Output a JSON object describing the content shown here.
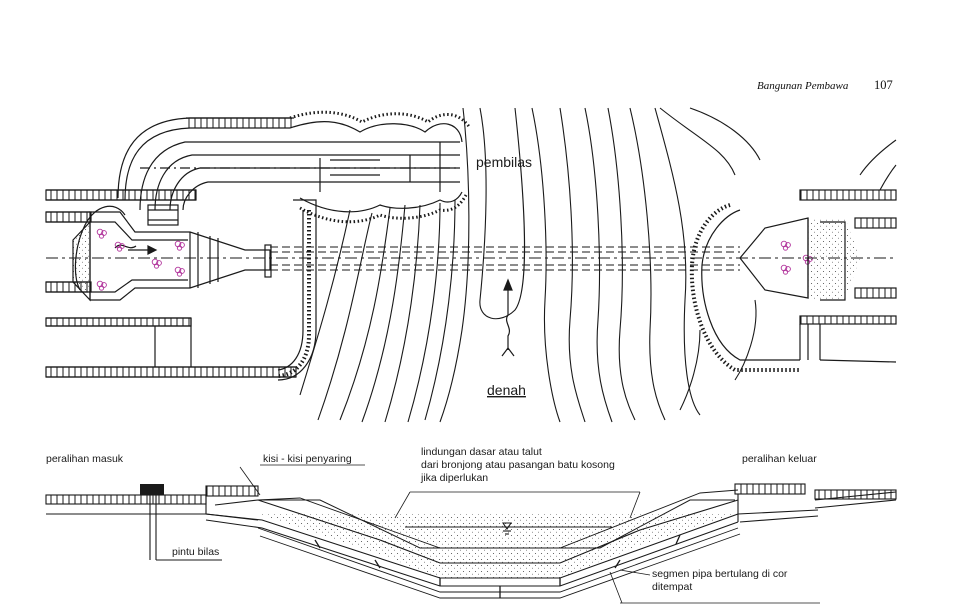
{
  "header": {
    "title": "Bangunan Pembawa",
    "page_number": "107"
  },
  "plan": {
    "flush_label": "pembilas",
    "view_label": "denah"
  },
  "section": {
    "inlet_transition": "peralihan masuk",
    "screen": "kisi - kisi penyaring",
    "protection_line1": "lindungan dasar atau talut",
    "protection_line2": "dari bronjong atau pasangan batu kosong",
    "protection_line3": "jika diperlukan",
    "outlet_transition": "peralihan keluar",
    "flush_gate": "pintu bilas",
    "pipe_line1": "segmen pipa bertulang di cor",
    "pipe_line2": "ditempat"
  },
  "colors": {
    "ink": "#1a1a1a",
    "rock_symbol": "#b0309a"
  }
}
